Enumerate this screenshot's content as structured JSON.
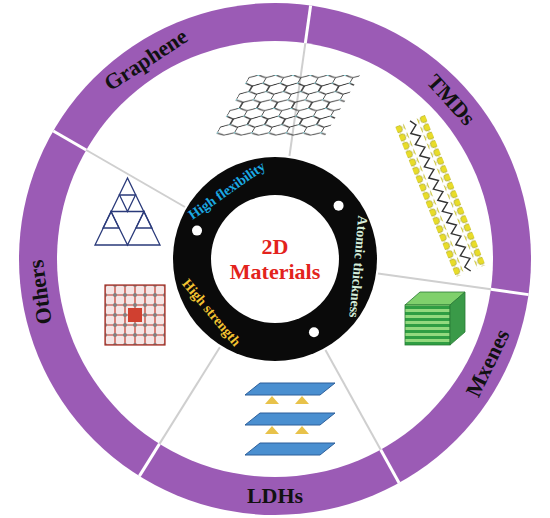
{
  "diagram": {
    "nodes": [
      {
        "text": [
          "Graphene"
        ]
      },
      {
        "text": [
          "TMDs"
        ]
      },
      {
        "text": [
          "Mxenes"
        ]
      },
      {
        "text": [
          "LDHs"
        ]
      },
      {
        "text": [
          "Others"
        ]
      },
      {
        "text": [
          "High flexibility",
          "Atomic thickness",
          "High strength"
        ]
      },
      {
        "text": [
          "2D Materials"
        ],
        "in": 5
      }
    ]
  }
}
